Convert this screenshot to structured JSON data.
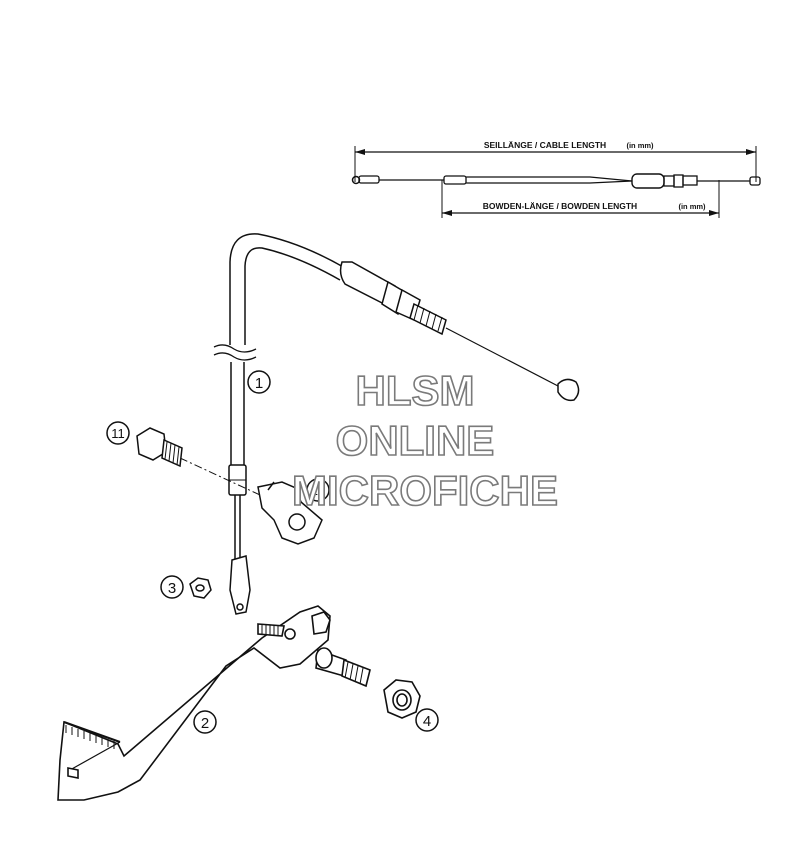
{
  "diagram": {
    "cable_length_label": "SEILLÄNGE / CABLE LENGTH",
    "cable_length_unit": "(in mm)",
    "bowden_length_label": "BOWDEN-LÄNGE / BOWDEN LENGTH",
    "bowden_length_unit": "(in mm)",
    "callouts": [
      {
        "id": "cable",
        "label": "1"
      },
      {
        "id": "brake-pedal",
        "label": "2"
      },
      {
        "id": "nut-small",
        "label": "3"
      },
      {
        "id": "nut-flange",
        "label": "4"
      },
      {
        "id": "bracket",
        "label": "10"
      },
      {
        "id": "bolt",
        "label": "11"
      }
    ]
  },
  "watermark": {
    "line1": "HLSM",
    "line2": "ONLINE",
    "line3": "MICROFICHE"
  }
}
